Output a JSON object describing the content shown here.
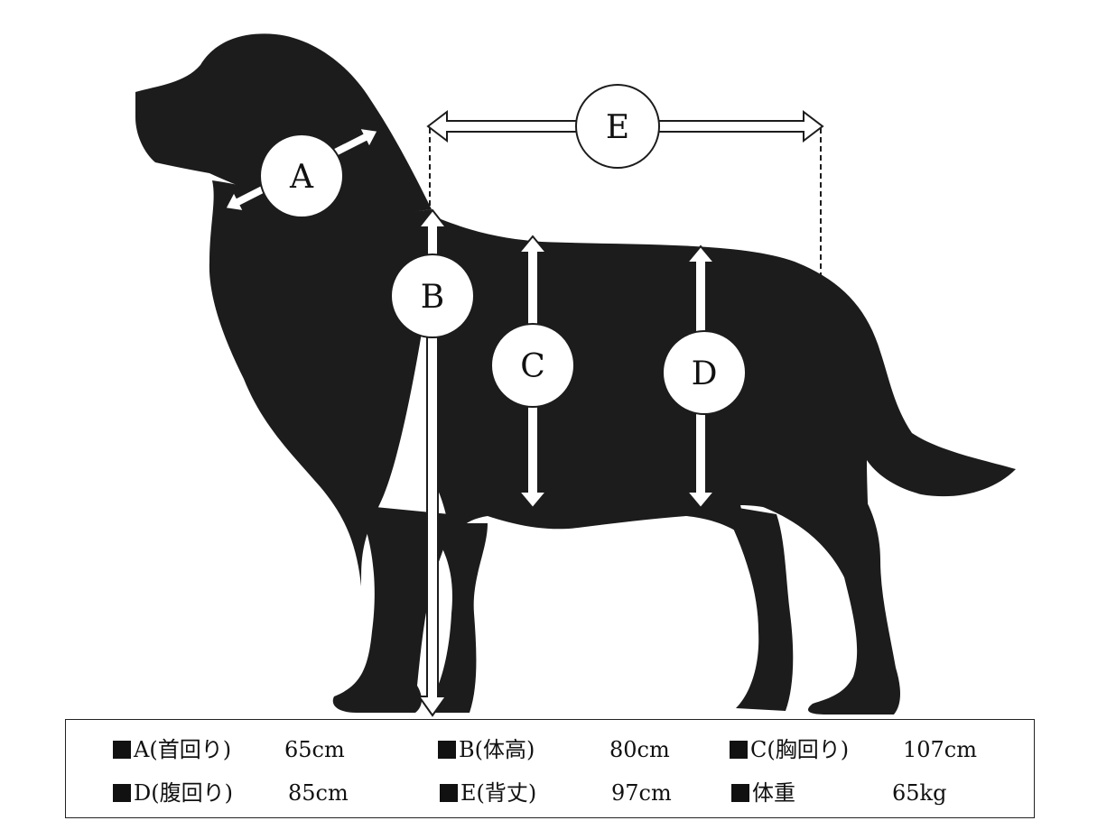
{
  "labels": {
    "a": "A",
    "b": "B",
    "c": "C",
    "d": "D",
    "e": "E"
  },
  "specs": [
    {
      "name": "A(首回り)",
      "value": "65cm"
    },
    {
      "name": "B(体高)",
      "value": "80cm"
    },
    {
      "name": "C(胸回り)",
      "value": "107cm"
    },
    {
      "name": "D(腹回り)",
      "value": "85cm"
    },
    {
      "name": "E(背丈)",
      "value": "97cm"
    },
    {
      "name": "体重",
      "value": "65kg"
    }
  ],
  "colors": {
    "silhouette": "#1c1c1c",
    "arrow_fill": "#ffffff",
    "arrow_stroke": "#1c1c1c"
  }
}
